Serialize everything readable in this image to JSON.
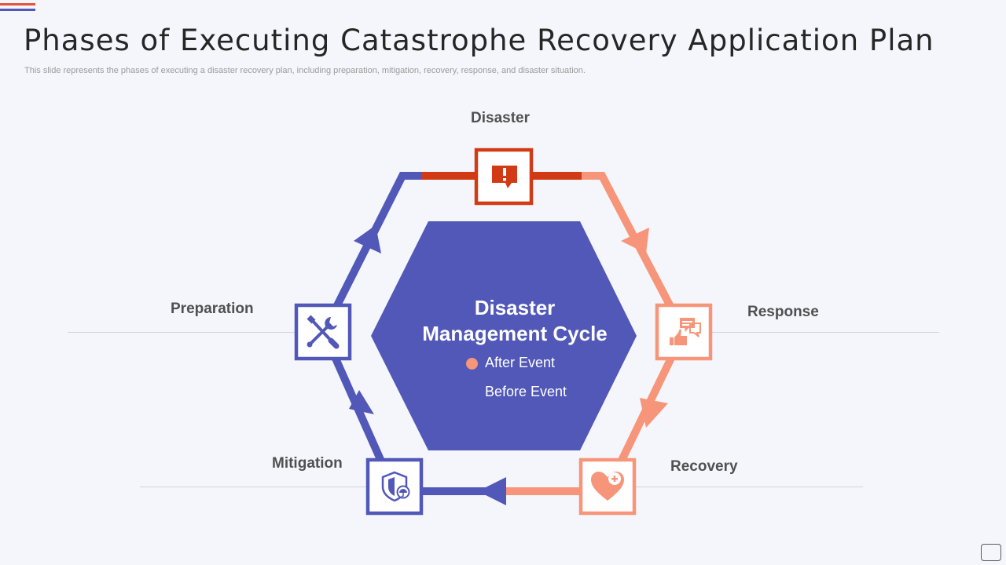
{
  "slide": {
    "title": "Phases of Executing Catastrophe Recovery Application Plan",
    "subtitle": "This slide represents the phases of executing a disaster recovery plan, including preparation, mitigation, recovery, response, and disaster situation."
  },
  "stages": {
    "disaster": "Disaster",
    "response": "Response",
    "recovery": "Recovery",
    "mitigation": "Mitigation",
    "preparation": "Preparation"
  },
  "center": {
    "title_line1": "Disaster",
    "title_line2": "Management Cycle"
  },
  "legend": {
    "after": "After Event",
    "before": "Before Event"
  },
  "icons": {
    "disaster": "alert-chat-icon",
    "response": "feedback-like-icon",
    "recovery": "heart-plus-icon",
    "mitigation": "shield-umbrella-icon",
    "preparation": "tools-icon"
  },
  "colors": {
    "disaster": "#d23a15",
    "after_event": "#f7957a",
    "before_event": "#5158b8",
    "background": "#f4f6fb",
    "title": "#262626"
  }
}
